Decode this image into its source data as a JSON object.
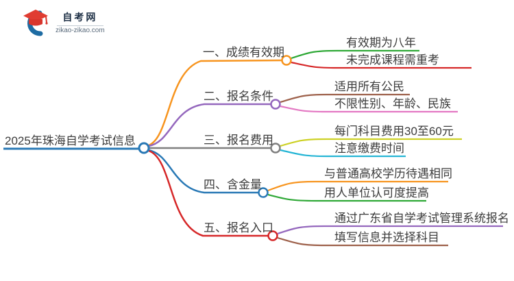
{
  "logo": {
    "title": "自考网",
    "domain": "zikao-zikao.com",
    "icon_colors": {
      "crescent": "#1e6ca3",
      "cap": "#e03c31"
    }
  },
  "root": {
    "label": "2025年珠海自学考试信息",
    "color": "#2878b5"
  },
  "branches": [
    {
      "label": "一、成绩有效期",
      "color": "#f7941e",
      "children": [
        {
          "label": "有效期为八年",
          "color": "#2ea836"
        },
        {
          "label": "未完成课程需重考",
          "color": "#d62728"
        }
      ]
    },
    {
      "label": "二、报名条件",
      "color": "#9467bd",
      "children": [
        {
          "label": "适用所有公民",
          "color": "#9d604a"
        },
        {
          "label": "不限性别、年龄、民族",
          "color": "#e377c2"
        }
      ]
    },
    {
      "label": "三、报名费用",
      "color": "#7f7f7f",
      "children": [
        {
          "label": "每门科目费用30至60元",
          "color": "#cdd125"
        },
        {
          "label": "注意缴费时间",
          "color": "#25b5d5"
        }
      ]
    },
    {
      "label": "四、含金量",
      "color": "#2878b5",
      "children": [
        {
          "label": "与普通高校学历待遇相同",
          "color": "#f7941e"
        },
        {
          "label": "用人单位认可度提高",
          "color": "#2ea836"
        }
      ]
    },
    {
      "label": "五、报名入口",
      "color": "#d62728",
      "children": [
        {
          "label": "通过广东省自学考试管理系统报名",
          "color": "#9467bd"
        },
        {
          "label": "填写信息并选择科目",
          "color": "#9d604a"
        }
      ]
    }
  ]
}
